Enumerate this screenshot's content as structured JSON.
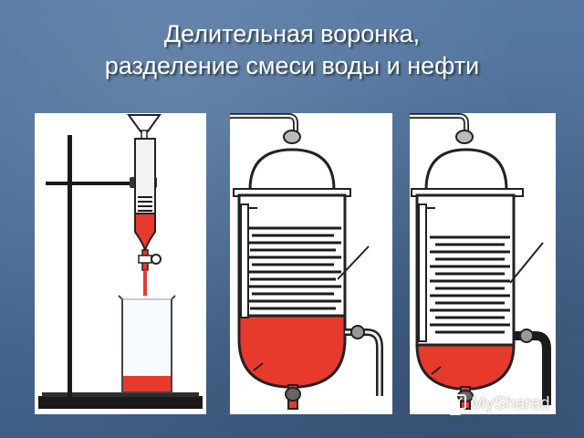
{
  "slide": {
    "title_line1": "Делительная воронка,",
    "title_line2": "разделение смеси воды и нефти"
  },
  "figures": [
    {
      "id": "separatory-funnel-on-stand"
    },
    {
      "id": "settling-vessel-1"
    },
    {
      "id": "settling-vessel-2"
    }
  ],
  "watermark": {
    "text": "MyShared"
  },
  "colors": {
    "background": "#4e6e97",
    "liquid_red": "#e8392d",
    "oil_dark": "#1c1c1c"
  }
}
